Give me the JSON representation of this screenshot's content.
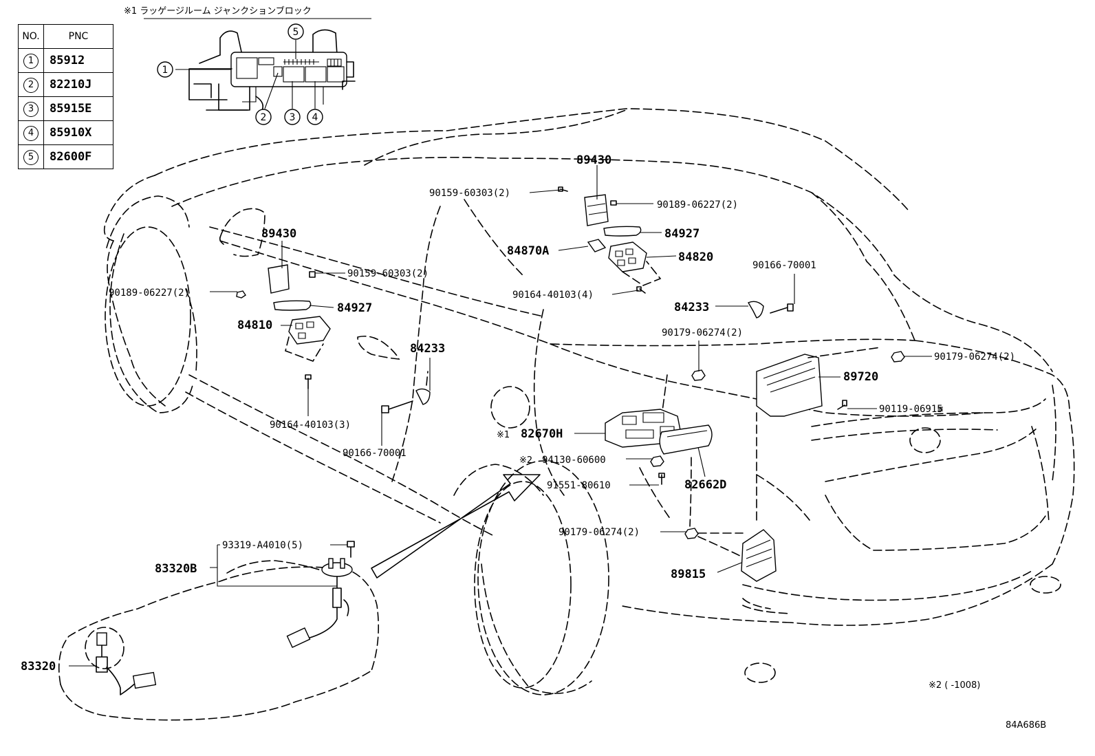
{
  "pnc_table": {
    "headers": [
      "NO.",
      "PNC"
    ],
    "rows": [
      {
        "no": "1",
        "pnc": "85912"
      },
      {
        "no": "2",
        "pnc": "82210J"
      },
      {
        "no": "3",
        "pnc": "85915E"
      },
      {
        "no": "4",
        "pnc": "85910X"
      },
      {
        "no": "5",
        "pnc": "82600F"
      }
    ]
  },
  "inset": {
    "title": "※1 ラッゲージルーム ジャンクションブロック",
    "callouts": [
      "1",
      "2",
      "3",
      "4",
      "5"
    ]
  },
  "labels": {
    "p89430_rear": "89430",
    "p90159_rear": "90159-60303(2)",
    "p90189_rear": "90189-06227(2)",
    "p84927_rear": "84927",
    "p84870A": "84870A",
    "p84820": "84820",
    "p90164_rear": "90164-40103(4)",
    "p90166_right": "90166-70001",
    "p84233_right": "84233",
    "p90179_a": "90179-06274(2)",
    "p90179_b": "90179-06274(2)",
    "p89720": "89720",
    "p90119": "90119-06915",
    "p89430_front": "89430",
    "p90159_front": "90159-60303(2)",
    "p90189_front": "90189-06227(2)",
    "p84927_front": "84927",
    "p84810": "84810",
    "p84233_left": "84233",
    "p90164_front": "90164-40103(3)",
    "p90166_left": "90166-70001",
    "p82670H": "82670H",
    "p82670H_mark": "※1",
    "p94130": "94130-60600",
    "p94130_mark": "※2",
    "p82662D": "82662D",
    "p91551": "91551-80610",
    "p90179_c": "90179-06274(2)",
    "p89815": "89815",
    "p93319": "93319-A4010(5)",
    "p83320B": "83320B",
    "p83320": "83320"
  },
  "footnote": "※2 (      -1008)",
  "diagram_code": "84A686B"
}
